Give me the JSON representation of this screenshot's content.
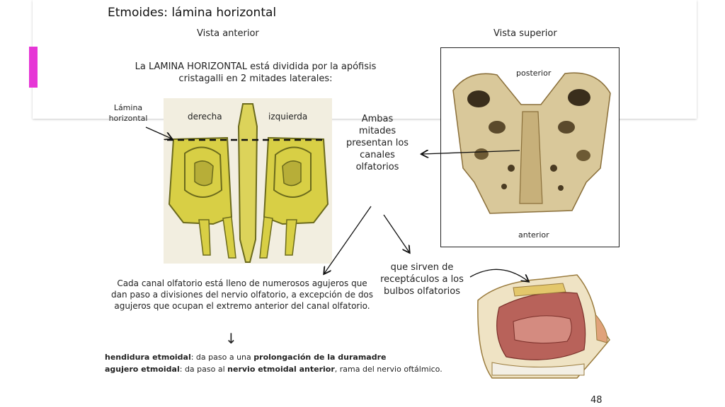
{
  "slide": {
    "title": "Etmoides: lámina horizontal",
    "page_number": "48"
  },
  "anterior": {
    "heading": "Vista anterior",
    "description": "La LAMINA HORIZONTAL está dividida por la apófisis cristagalli en 2 mitades laterales:",
    "label_lamina": "Lámina\nhorizontal",
    "label_right": "derecha",
    "label_left": "izquierda"
  },
  "superior": {
    "heading": "Vista superior",
    "label_posterior": "posterior",
    "label_anterior": "anterior"
  },
  "middle": {
    "both_halves": "Ambas\nmitades\npresentan los\ncanales\nolfatorios",
    "receptacles": "que sirven de\nreceptáculos a los\nbulbos olfatorios"
  },
  "canal": {
    "text": "Cada canal olfatorio está lleno de numerosos agujeros que dan paso a divisiones del nervio olfatorio,  a excepción de dos agujeros que ocupan el extremo anterior del canal olfatorio.",
    "down_arrow": "↓"
  },
  "notes": [
    {
      "term": "hendidura etmoidal",
      "sep": ": da paso a una ",
      "highlight": "prolongación de la duramadre",
      "rest": ""
    },
    {
      "term": "agujero etmoidal",
      "sep": ": da paso al ",
      "highlight": "nervio etmoidal anterior",
      "rest": ", rama del nervio oftálmico."
    }
  ],
  "colors": {
    "accent": "#e637d6",
    "bone_yellow": "#d8cf45",
    "bone_shadow": "#6b6a1c",
    "bone_tan": "#c8b27a"
  }
}
